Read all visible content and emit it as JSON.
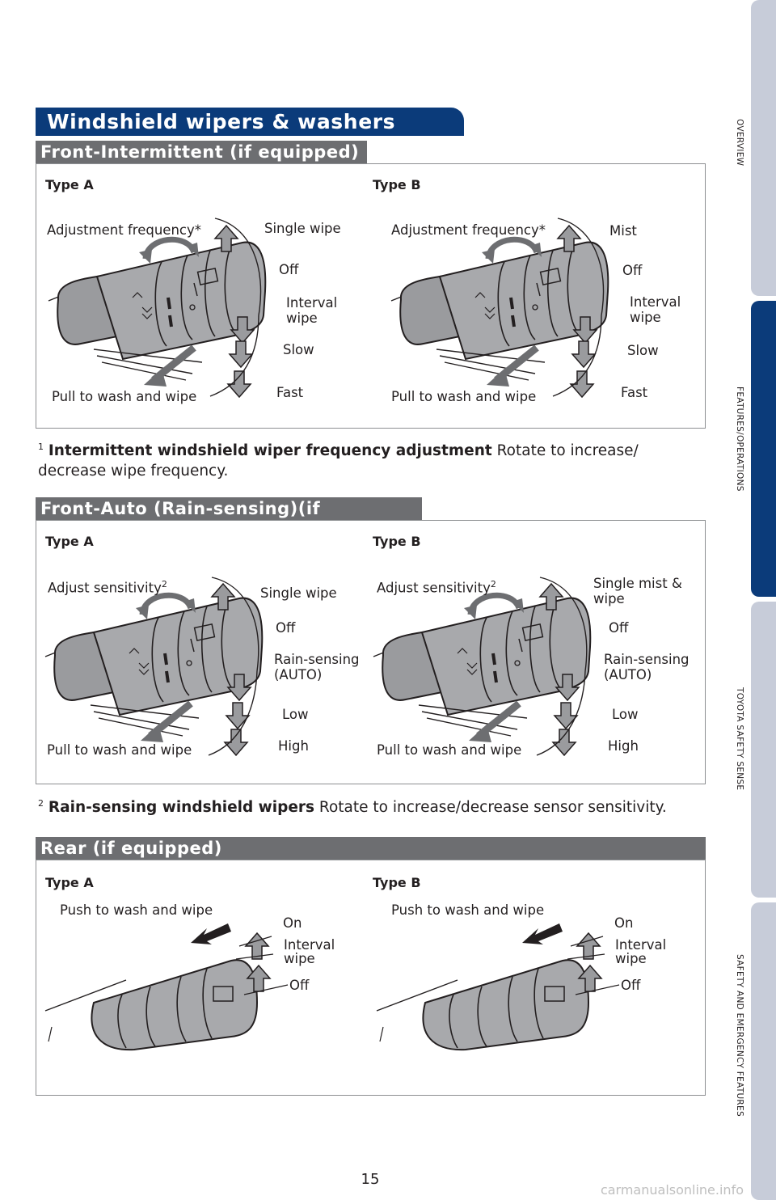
{
  "title": "Windshield wipers & washers",
  "nav": [
    "OVERVIEW",
    "FEATURES/OPERATIONS",
    "TOYOTA SAFETY SENSE",
    "SAFETY AND EMERGENCY FEATURES"
  ],
  "sections": {
    "front_intermittent": {
      "header": "Front-Intermittent (if equipped)",
      "type_a": {
        "label": "Type A",
        "adjust": "Adjustment frequency*",
        "top": "Single wipe",
        "off": "Off",
        "interval": "Interval wipe",
        "slow": "Slow",
        "fast": "Fast",
        "pull": "Pull to wash and wipe"
      },
      "type_b": {
        "label": "Type B",
        "adjust": "Adjustment frequency*",
        "top": "Mist",
        "off": "Off",
        "interval": "Interval wipe",
        "slow": "Slow",
        "fast": "Fast",
        "pull": "Pull to wash and wipe"
      },
      "note_num": "1",
      "note_bold": "Intermittent windshield wiper frequency adjustment",
      "note_text": " Rotate to increase/ decrease wipe frequency."
    },
    "front_auto": {
      "header": "Front-Auto (Rain-sensing)(if equipped)",
      "type_a": {
        "label": "Type A",
        "adjust": "Adjust sensitivity",
        "adjust_sup": "2",
        "top": "Single wipe",
        "off": "Off",
        "auto": "Rain-sensing (AUTO)",
        "low": "Low",
        "high": "High",
        "pull": "Pull to wash and wipe"
      },
      "type_b": {
        "label": "Type B",
        "adjust": "Adjust sensitivity",
        "adjust_sup": "2",
        "top": "Single mist & wipe",
        "off": "Off",
        "auto": "Rain-sensing (AUTO)",
        "low": "Low",
        "high": "High",
        "pull": "Pull to wash and wipe"
      },
      "note_num": "2",
      "note_bold": "Rain-sensing windshield wipers",
      "note_text": " Rotate to increase/decrease sensor sensitivity."
    },
    "rear": {
      "header": "Rear (if equipped)",
      "type_a": {
        "label": "Type A",
        "push": "Push to wash and wipe",
        "on": "On",
        "interval": "Interval wipe",
        "off": "Off"
      },
      "type_b": {
        "label": "Type B",
        "push": "Push to wash and wipe",
        "on": "On",
        "interval": "Interval wipe",
        "off": "Off"
      }
    }
  },
  "page_number": "15",
  "watermark": "carmanualsonline.info"
}
